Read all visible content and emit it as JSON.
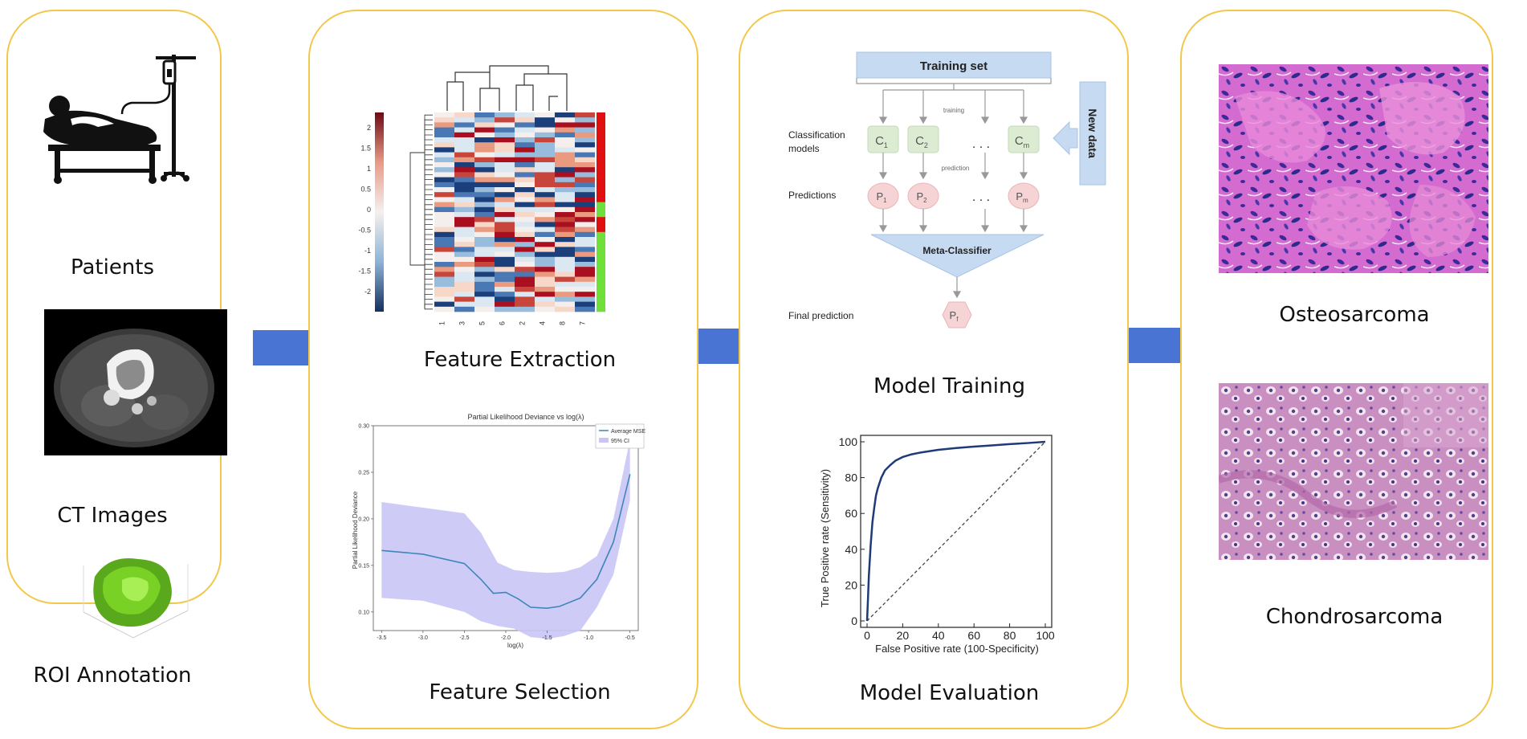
{
  "colors": {
    "panel_border": "#f2c84b",
    "arrow": "#4a74d4",
    "heat_pos": "#a90f1f",
    "heat_neg": "#1b3f7a",
    "ci_fill": "#c9c6f6",
    "mse_line": "#3f86b8",
    "roc_line": "#1f3a78",
    "box_blue": "#c6dbf2",
    "model_green": "#dcecd2",
    "pred_pink": "#f6d3d5"
  },
  "panels": {
    "patients": {
      "title": "Patients",
      "ct": "CT Images",
      "roi": "ROI Annotation"
    },
    "features": {
      "extraction": "Feature Extraction",
      "selection": "Feature Selection"
    },
    "model": {
      "training": "Model Training",
      "evaluation": "Model Evaluation"
    },
    "outcome": {
      "osteo": "Osteosarcoma",
      "chondro": "Chondrosarcoma"
    }
  },
  "heatmap": {
    "scale_labels": [
      "2",
      "1.5",
      "1",
      "0.5",
      "0",
      "-0.5",
      "-1",
      "-1.5",
      "-2"
    ],
    "columns": [
      "1",
      "3",
      "5",
      "6",
      "2",
      "4",
      "8",
      "7"
    ]
  },
  "deviance_chart": {
    "title": "Partial Likelihood Deviance vs log(λ)",
    "xlabel": "log(λ)",
    "ylabel": "Partial Likelihood Deviance",
    "x_ticks": [
      "-3.5",
      "-3.0",
      "-2.5",
      "-2.0",
      "-1.5",
      "-1.0",
      "-0.5"
    ],
    "y_ticks": [
      "0.10",
      "0.15",
      "0.20",
      "0.25",
      "0.30"
    ],
    "legend": [
      "Average MSE",
      "95% CI"
    ],
    "xlim": [
      -3.6,
      -0.4
    ],
    "ylim": [
      0.08,
      0.3
    ],
    "mean": [
      [
        -3.5,
        0.166
      ],
      [
        -3.0,
        0.162
      ],
      [
        -2.5,
        0.152
      ],
      [
        -2.3,
        0.135
      ],
      [
        -2.15,
        0.12
      ],
      [
        -2.0,
        0.121
      ],
      [
        -1.85,
        0.114
      ],
      [
        -1.7,
        0.105
      ],
      [
        -1.5,
        0.104
      ],
      [
        -1.35,
        0.106
      ],
      [
        -1.1,
        0.115
      ],
      [
        -0.9,
        0.135
      ],
      [
        -0.7,
        0.175
      ],
      [
        -0.5,
        0.248
      ]
    ],
    "upper": [
      [
        -3.5,
        0.218
      ],
      [
        -3.0,
        0.212
      ],
      [
        -2.5,
        0.206
      ],
      [
        -2.3,
        0.185
      ],
      [
        -2.1,
        0.153
      ],
      [
        -1.9,
        0.145
      ],
      [
        -1.7,
        0.143
      ],
      [
        -1.5,
        0.142
      ],
      [
        -1.3,
        0.143
      ],
      [
        -1.1,
        0.148
      ],
      [
        -0.9,
        0.16
      ],
      [
        -0.7,
        0.2
      ],
      [
        -0.5,
        0.285
      ]
    ],
    "lower": [
      [
        -3.5,
        0.115
      ],
      [
        -3.0,
        0.112
      ],
      [
        -2.5,
        0.1
      ],
      [
        -2.3,
        0.09
      ],
      [
        -2.1,
        0.085
      ],
      [
        -1.9,
        0.082
      ],
      [
        -1.7,
        0.073
      ],
      [
        -1.5,
        0.071
      ],
      [
        -1.3,
        0.074
      ],
      [
        -1.1,
        0.08
      ],
      [
        -0.9,
        0.105
      ],
      [
        -0.7,
        0.14
      ],
      [
        -0.5,
        0.22
      ]
    ]
  },
  "ensemble": {
    "training_set": "Training set",
    "training": "training",
    "classification": "Classification",
    "models": "models",
    "predictions": "Predictions",
    "prediction": "prediction",
    "models_labels": [
      "C",
      "C",
      "C"
    ],
    "models_subs": [
      "1",
      "2",
      "m"
    ],
    "pred_labels": [
      "P",
      "P",
      "P"
    ],
    "pred_subs": [
      "1",
      "2",
      "m"
    ],
    "dots": ". . .",
    "new_data": "New data",
    "meta": "Meta-Classifier",
    "final": "Final prediction",
    "final_label": "P",
    "final_sub": "f"
  },
  "roc_chart": {
    "type": "line",
    "xlabel": "False Positive rate (100-Specificity)",
    "ylabel": "True Positive rate (Sensitivity)",
    "x_ticks": [
      0,
      20,
      40,
      60,
      80,
      100
    ],
    "y_ticks": [
      0,
      20,
      40,
      60,
      80,
      100
    ],
    "xlim": [
      0,
      100
    ],
    "ylim": [
      0,
      100
    ],
    "roc": [
      [
        0,
        0
      ],
      [
        0.5,
        12
      ],
      [
        1,
        25
      ],
      [
        2,
        42
      ],
      [
        3,
        55
      ],
      [
        4,
        63
      ],
      [
        5,
        70
      ],
      [
        6,
        74
      ],
      [
        8,
        80
      ],
      [
        10,
        84
      ],
      [
        13,
        87
      ],
      [
        16,
        89.5
      ],
      [
        20,
        91.5
      ],
      [
        25,
        93
      ],
      [
        30,
        94
      ],
      [
        40,
        95.5
      ],
      [
        50,
        96.5
      ],
      [
        60,
        97.3
      ],
      [
        70,
        98
      ],
      [
        80,
        98.7
      ],
      [
        90,
        99.3
      ],
      [
        100,
        100
      ]
    ]
  }
}
